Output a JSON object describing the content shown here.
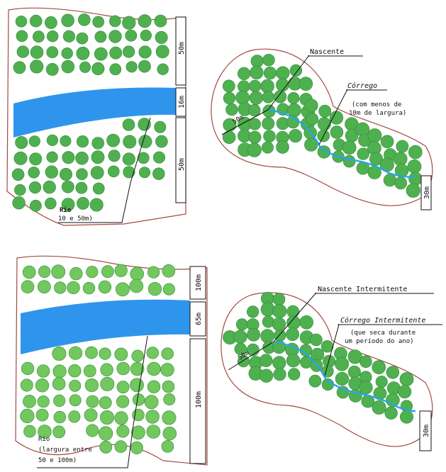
{
  "colors": {
    "tree_dark": "#4fb04f",
    "tree_light": "#72c75e",
    "tree_outline": "#2f8a36",
    "river": "#2f95ec",
    "stream": "#2aa3e8",
    "boundary": "#a24a44",
    "line": "#111111"
  },
  "panel_top_left": {
    "width_top": "50m",
    "width_river": "16m",
    "width_bottom": "50m",
    "label_line1": "Rio",
    "label_line2": "10 e 50m)"
  },
  "panel_top_right": {
    "label_source": "Nascente",
    "label_stream_1": "Córrego",
    "label_stream_2": "(com menos de",
    "label_stream_3": "10m de largura)",
    "radius": "50m",
    "width": "30m"
  },
  "panel_bottom_left": {
    "width_top": "100m",
    "width_river": "65m",
    "width_bottom": "100m",
    "label_line1": "Rio",
    "label_line2": "(largura entre",
    "label_line3": "50 e 100m)"
  },
  "panel_bottom_right": {
    "label_source": "Nascente Intermitente",
    "label_stream_1": "Córrego Intermitente",
    "label_stream_2": "(que seca durante",
    "label_stream_3": "um período do ano)",
    "radius": "50m",
    "width": "30m"
  }
}
